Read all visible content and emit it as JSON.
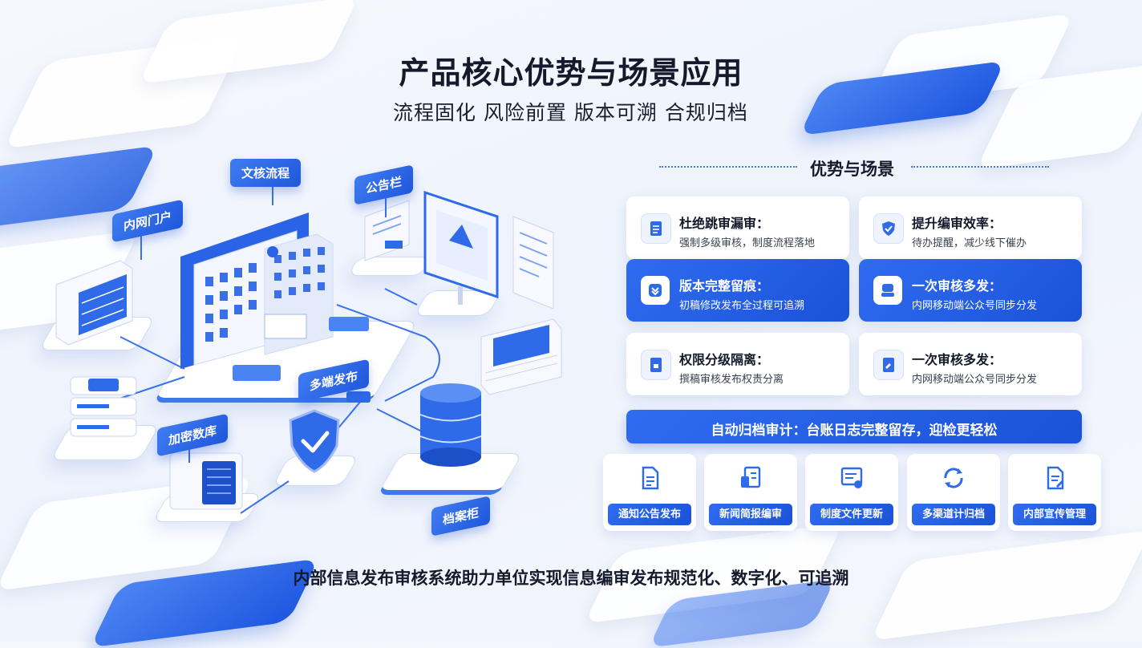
{
  "header": {
    "title": "产品核心优势与场景应用",
    "subtitle": "流程固化 风险前置 版本可溯 合规归档"
  },
  "scene": {
    "tags": {
      "portal": "内网门户",
      "review_flow": "文核流程",
      "bulletin": "公告栏",
      "multi_publish": "多端发布",
      "encrypted_db": "加密数库",
      "archive": "档案柜"
    }
  },
  "panel": {
    "heading": "优势与场景",
    "cards": [
      {
        "title": "杜绝跳审漏审：",
        "desc": "强制多级审核，制度流程落地",
        "icon": "document-list-icon",
        "style": "light"
      },
      {
        "title": "提升编审效率：",
        "desc": "待办提醒，减少线下催办",
        "icon": "shield-check-icon",
        "style": "light"
      },
      {
        "title": "版本完整留痕：",
        "desc": "初稿修改发布全过程可追溯",
        "icon": "layers-down-icon",
        "style": "dark"
      },
      {
        "title": "一次审核多发：",
        "desc": "内网移动端公众号同步分发",
        "icon": "stamp-icon",
        "style": "dark"
      },
      {
        "title": "权限分级隔离：",
        "desc": "撰稿审核发布权责分离",
        "icon": "document-lock-icon",
        "style": "light"
      },
      {
        "title": "一次审核多发：",
        "desc": "内网移动端公众号同步分发",
        "icon": "document-edit-icon",
        "style": "light"
      }
    ],
    "banner": "自动归档审计：台账日志完整留存，迎检更轻松",
    "scenarios": [
      {
        "label": "通知公告发布",
        "icon": "notice-document-icon"
      },
      {
        "label": "新闻简报编审",
        "icon": "news-edit-icon"
      },
      {
        "label": "制度文件更新",
        "icon": "policy-file-icon"
      },
      {
        "label": "多渠道计归档",
        "icon": "sync-icon"
      },
      {
        "label": "内部宣传管理",
        "icon": "promo-document-icon"
      }
    ]
  },
  "footer": "内部信息发布审核系统助力单位实现信息编审发布规范化、数字化、可追溯",
  "colors": {
    "accent": "#2563eb",
    "accent_dark": "#1a52d8",
    "background": "#f3f6fc",
    "text": "#141a2b"
  }
}
